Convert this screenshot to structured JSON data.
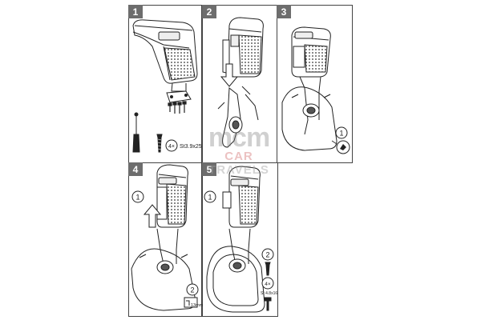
{
  "panels": [
    {
      "id": "1",
      "label": "1"
    },
    {
      "id": "2",
      "label": "2"
    },
    {
      "id": "3",
      "label": "3"
    },
    {
      "id": "4",
      "label": "4"
    },
    {
      "id": "5",
      "label": "5"
    }
  ],
  "panel1": {
    "qty": "4×",
    "screw_spec": "St3.9x25"
  },
  "panel3": {
    "callout": "1"
  },
  "panel4": {
    "callout_a": "1",
    "callout_b": "2",
    "tool_size": "13mm"
  },
  "panel5": {
    "callout_a": "1",
    "callout_b": "2",
    "qty": "4×",
    "screw_spec": "St 4.8x16"
  },
  "watermark": {
    "line1": "mcm",
    "line2_a": "CAR",
    "line2_b": "TRAVELS"
  },
  "colors": {
    "line": "#222222",
    "frame": "#444444",
    "badge": "#6d6d6d",
    "fill": "#ffffff",
    "shade": "#555555"
  }
}
